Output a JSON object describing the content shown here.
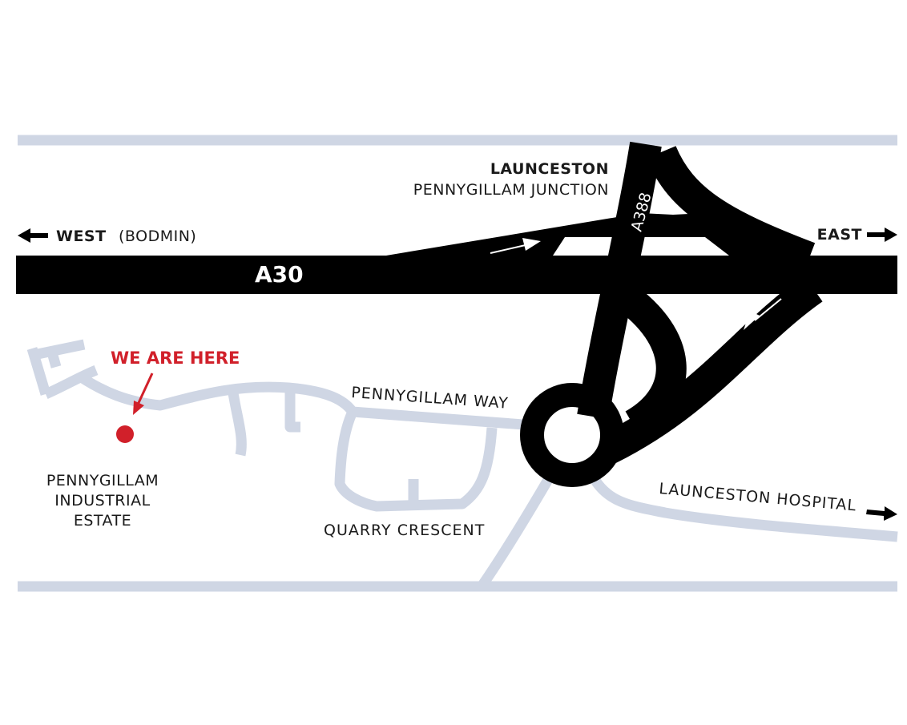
{
  "map": {
    "junction_name": "LAUNCESTON",
    "junction_subname": "PENNYGILLAM JUNCTION",
    "west_label": "WEST",
    "west_sub": "(BODMIN)",
    "east_label": "EAST",
    "main_road_label": "A30",
    "side_road_label": "A388",
    "you_are_here": "WE ARE HERE",
    "location_lines": [
      "PENNYGILLAM",
      "INDUSTRIAL",
      "ESTATE"
    ],
    "street_way": "PENNYGILLAM WAY",
    "street_crescent": "QUARRY CRESCENT",
    "hospital_label": "LAUNCESTON HOSPITAL"
  },
  "colors": {
    "major_road": "#000000",
    "minor_road": "#cfd6e4",
    "marker": "#d1202a",
    "background": "#ffffff"
  },
  "icons": [
    "arrow-left-icon",
    "arrow-right-icon",
    "location-marker-icon",
    "direction-arrow-icon"
  ]
}
